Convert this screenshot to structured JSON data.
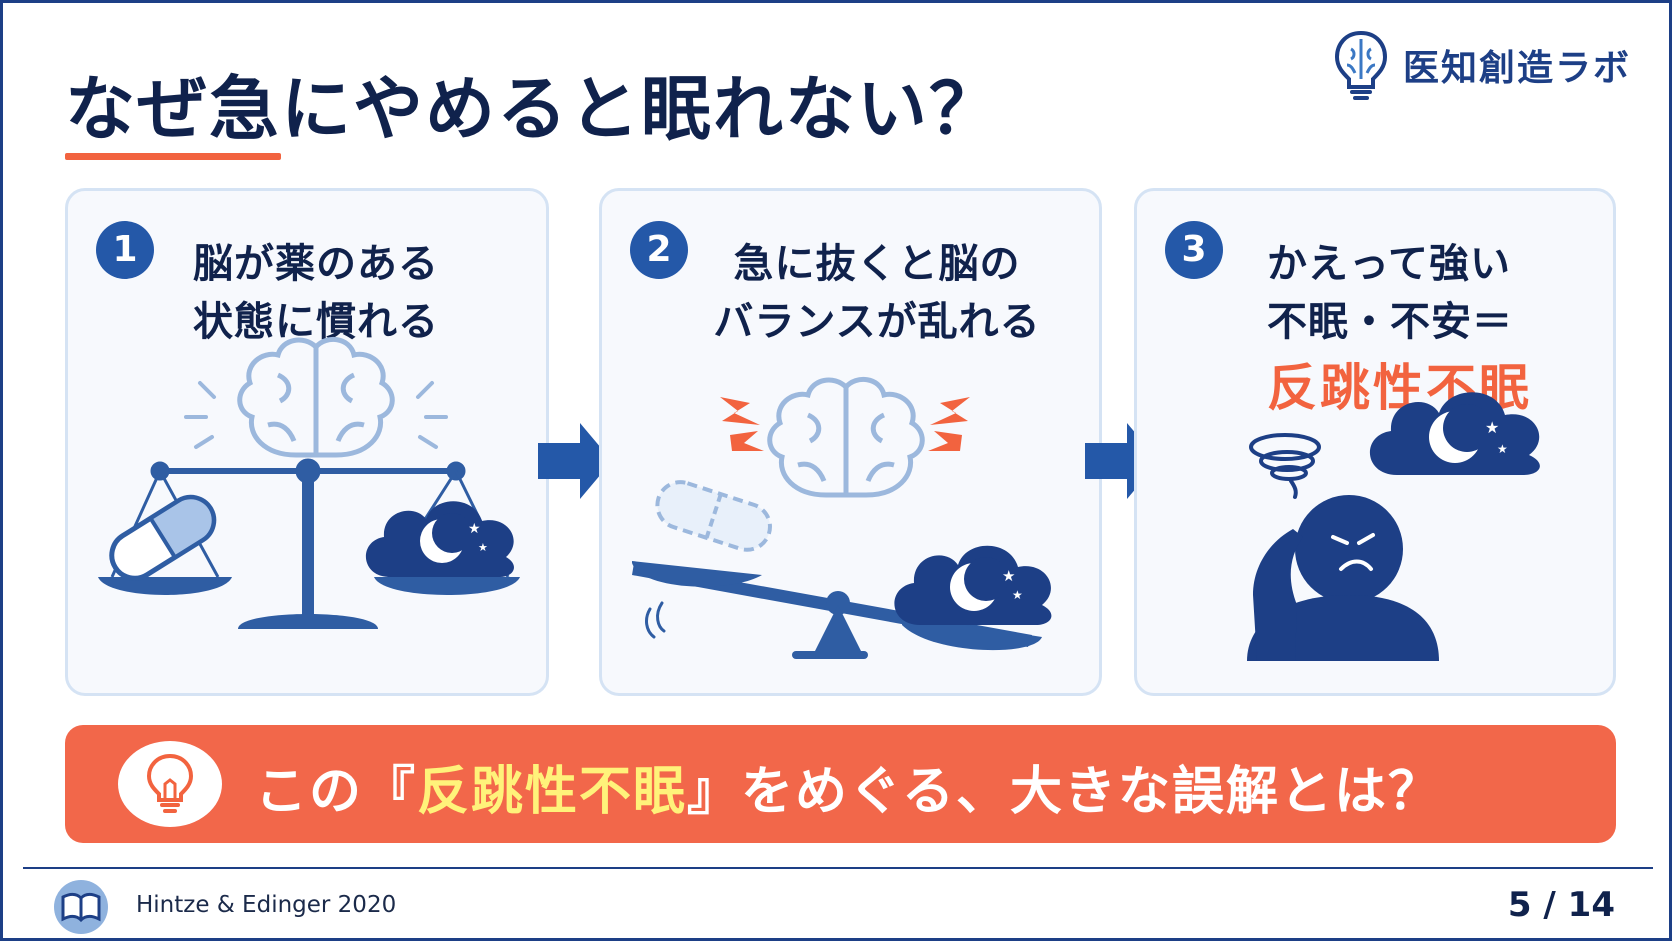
{
  "title": "なぜ急にやめると眠れない？",
  "brand": {
    "name": "医知創造ラボ",
    "icon": "brain-bulb-icon"
  },
  "cards": [
    {
      "number": "1",
      "lines": [
        "脳が薬のある",
        "状態に慣れる"
      ]
    },
    {
      "number": "2",
      "lines": [
        "急に抜くと脳の",
        "バランスが乱れる"
      ]
    },
    {
      "number": "3",
      "lines": [
        "かえって強い",
        "不眠・不安＝"
      ],
      "emphasis": "反跳性不眠"
    }
  ],
  "banner": {
    "prefix": "この『",
    "highlight": "反跳性不眠",
    "suffix": "』をめぐる、大きな誤解とは？",
    "icon": "lightbulb-icon"
  },
  "footer": {
    "citation": "Hintze & Edinger 2020",
    "page": "5 / 14",
    "icon": "book-icon"
  },
  "colors": {
    "navy": "#1d3f86",
    "accent": "#f2633f",
    "highlight": "#fff27a",
    "card_border": "#d5e3f4"
  }
}
